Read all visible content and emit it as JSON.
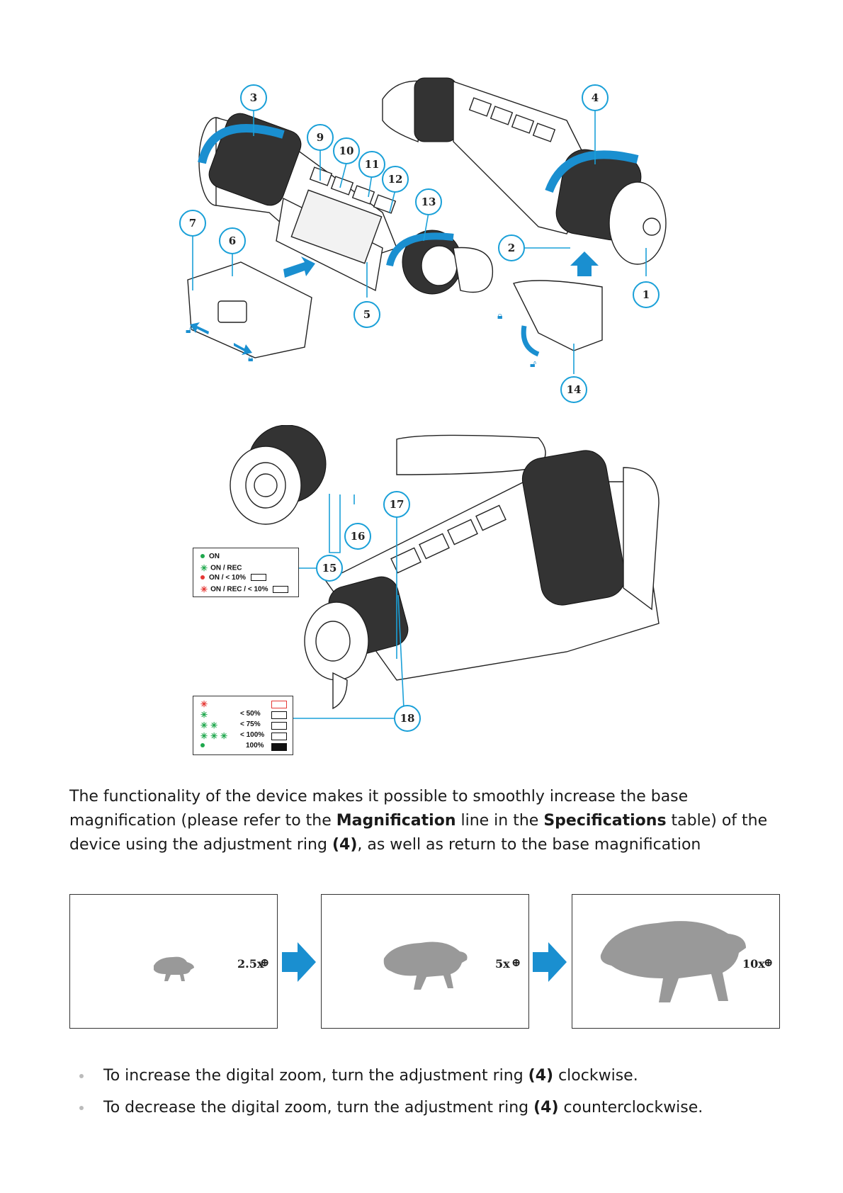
{
  "figure_top": {
    "callouts": [
      "1",
      "2",
      "3",
      "4",
      "5",
      "6",
      "7",
      "9",
      "10",
      "11",
      "12",
      "13",
      "14"
    ]
  },
  "figure_bottom": {
    "callouts": [
      "15",
      "16",
      "17",
      "18"
    ],
    "legend_15": [
      {
        "icon": "led-green",
        "label": "ON"
      },
      {
        "icon": "star-green",
        "label": "ON / REC"
      },
      {
        "icon": "led-red",
        "label": "ON / < 10%"
      },
      {
        "icon": "star-red",
        "label": "ON / REC / < 10%"
      }
    ],
    "legend_18": [
      {
        "icon": "star-red",
        "label": ""
      },
      {
        "icon": "star-green",
        "label": "< 50%"
      },
      {
        "icon": "star-green-2",
        "label": "< 75%"
      },
      {
        "icon": "star-green-3",
        "label": "< 100%"
      },
      {
        "icon": "led-green",
        "label": "100%"
      }
    ]
  },
  "paragraph": {
    "part1": "The functionality of the device makes it possible to smoothly increase the base magnification (please refer to the ",
    "bold1": "Magnification",
    "part2": " line in the ",
    "bold2": "Specifications",
    "part3": " table) of the device using the adjustment ring ",
    "bold3": "(4)",
    "part4": ", as well as return to the base magnification"
  },
  "zoom_panels": [
    {
      "label": "2.5x"
    },
    {
      "label": "5x"
    },
    {
      "label": "10x"
    }
  ],
  "bullets": [
    {
      "text_before": "To increase the digital zoom, turn the adjustment ring ",
      "bold": "(4)",
      "text_after": " clockwise."
    },
    {
      "text_before": "To decrease the digital zoom, turn the adjustment ring ",
      "bold": "(4)",
      "text_after": " counterclockwise."
    }
  ],
  "colors": {
    "accent": "#1aa0d8",
    "arrow": "#1a8fd0",
    "led_green": "#1fa84d",
    "led_red": "#e53935"
  }
}
